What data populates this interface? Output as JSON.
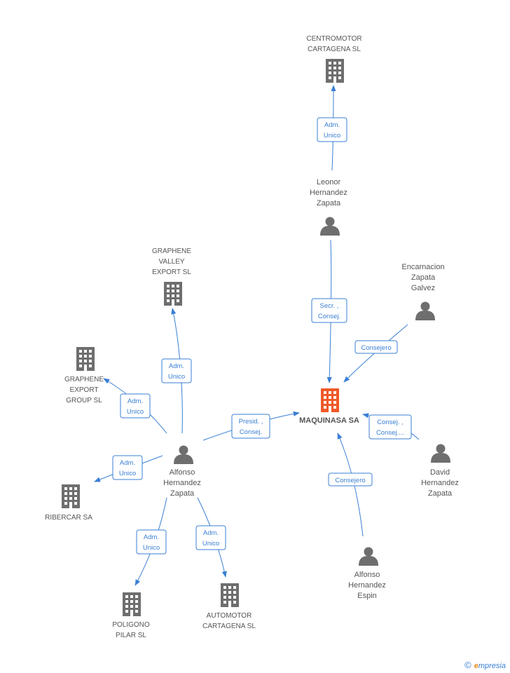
{
  "colors": {
    "edge": "#3a7fd4",
    "icon": "#6e6e6e",
    "center": "#f05a28"
  },
  "center": {
    "label": "MAQUINASA SA"
  },
  "companies": [
    {
      "id": "centromotor",
      "lines": [
        "CENTROMOTOR",
        "CARTAGENA SL"
      ]
    },
    {
      "id": "graphene-valley",
      "lines": [
        "GRAPHENE",
        "VALLEY",
        "EXPORT SL"
      ]
    },
    {
      "id": "graphene-export",
      "lines": [
        "GRAPHENE",
        "EXPORT",
        "GROUP  SL"
      ]
    },
    {
      "id": "ribercar",
      "lines": [
        "RIBERCAR SA"
      ]
    },
    {
      "id": "poligono",
      "lines": [
        "POLIGONO",
        "PILAR SL"
      ]
    },
    {
      "id": "automotor",
      "lines": [
        "AUTOMOTOR",
        "CARTAGENA SL"
      ]
    }
  ],
  "people": [
    {
      "id": "leonor",
      "lines": [
        "Leonor",
        "Hernandez",
        "Zapata"
      ]
    },
    {
      "id": "encarnacion",
      "lines": [
        "Encarnacion",
        "Zapata",
        "Galvez"
      ]
    },
    {
      "id": "david",
      "lines": [
        "David",
        "Hernandez",
        "Zapata"
      ]
    },
    {
      "id": "alfonso-espin",
      "lines": [
        "Alfonso",
        "Hernandez",
        "Espin"
      ]
    },
    {
      "id": "alfonso-zapata",
      "lines": [
        "Alfonso",
        "Hernandez",
        "Zapata"
      ]
    }
  ],
  "edges": [
    {
      "id": "leonor-centromotor",
      "lines": [
        "Adm.",
        "Unico"
      ]
    },
    {
      "id": "leonor-maquinasa",
      "lines": [
        "Secr. ,",
        "Consej."
      ]
    },
    {
      "id": "encarnacion-maquinasa",
      "lines": [
        "Consejero"
      ]
    },
    {
      "id": "david-maquinasa",
      "lines": [
        "Consej. ,",
        "Consej...."
      ]
    },
    {
      "id": "espin-maquinasa",
      "lines": [
        "Consejero"
      ]
    },
    {
      "id": "alfonso-maquinasa",
      "lines": [
        "Presid. ,",
        "Consej."
      ]
    },
    {
      "id": "alfonso-graphene-valley",
      "lines": [
        "Adm.",
        "Unico"
      ]
    },
    {
      "id": "alfonso-graphene-export",
      "lines": [
        "Adm.",
        "Unico"
      ]
    },
    {
      "id": "alfonso-ribercar",
      "lines": [
        "Adm.",
        "Unico"
      ]
    },
    {
      "id": "alfonso-poligono",
      "lines": [
        "Adm.",
        "Unico"
      ]
    },
    {
      "id": "alfonso-automotor",
      "lines": [
        "Adm.",
        "Unico"
      ]
    }
  ],
  "footer": {
    "copyright": "©",
    "brand_e": "e",
    "brand_rest": "mpresia"
  }
}
